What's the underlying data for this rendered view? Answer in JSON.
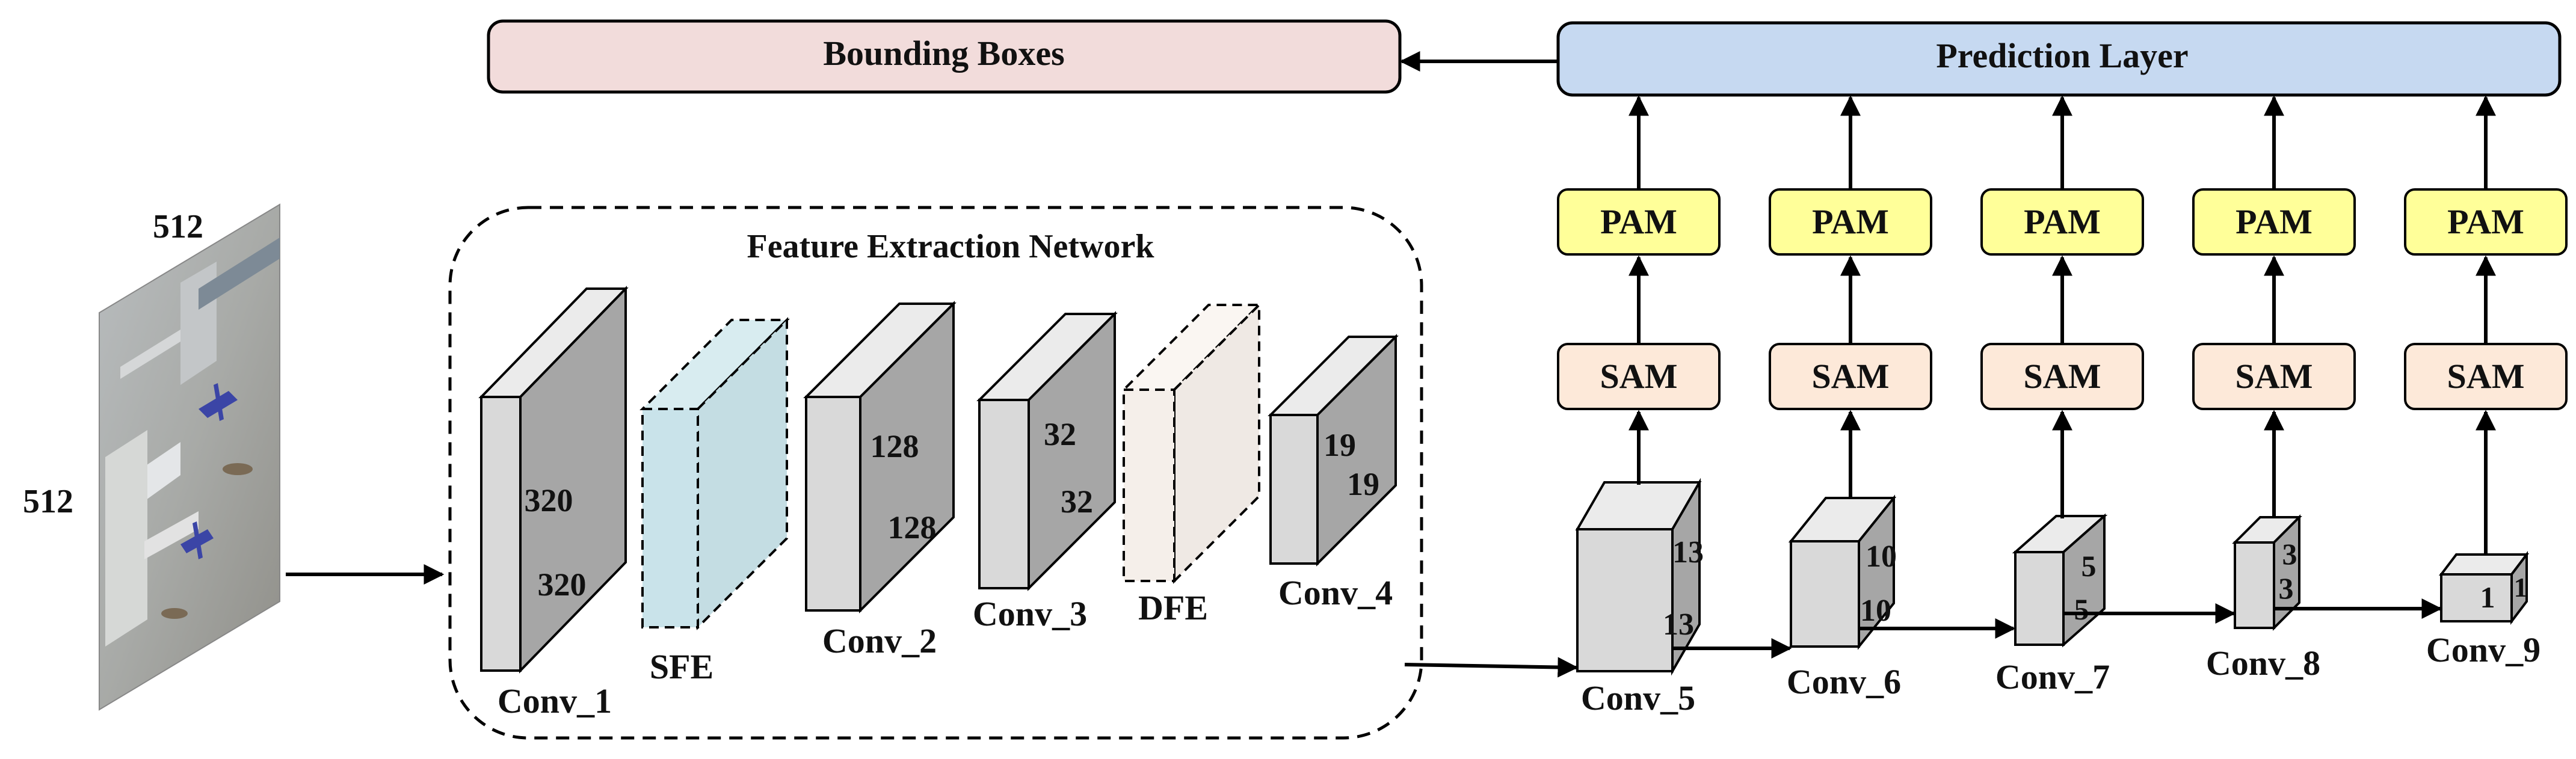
{
  "top": {
    "bounding_boxes": "Bounding Boxes",
    "prediction_layer": "Prediction Layer"
  },
  "input": {
    "width_label": "512",
    "height_label": "512"
  },
  "feature_extraction": {
    "title": "Feature Extraction Network",
    "layers": [
      {
        "name": "Conv_1",
        "dims": [
          "320",
          "320"
        ]
      },
      {
        "name": "SFE"
      },
      {
        "name": "Conv_2",
        "dims": [
          "128",
          "128"
        ]
      },
      {
        "name": "Conv_3",
        "dims": [
          "32",
          "32"
        ]
      },
      {
        "name": "DFE"
      },
      {
        "name": "Conv_4",
        "dims": [
          "19",
          "19"
        ]
      }
    ]
  },
  "detection_layers": [
    {
      "name": "Conv_5",
      "dims": [
        "13",
        "13"
      ],
      "sam": "SAM",
      "pam": "PAM"
    },
    {
      "name": "Conv_6",
      "dims": [
        "10",
        "10"
      ],
      "sam": "SAM",
      "pam": "PAM"
    },
    {
      "name": "Conv_7",
      "dims": [
        "5",
        "5"
      ],
      "sam": "SAM",
      "pam": "PAM"
    },
    {
      "name": "Conv_8",
      "dims": [
        "3",
        "3"
      ],
      "sam": "SAM",
      "pam": "PAM"
    },
    {
      "name": "Conv_9",
      "dims": [
        "1",
        "1"
      ],
      "sam": "SAM",
      "pam": "PAM"
    }
  ],
  "colors": {
    "bounding_boxes_fill": "#f2dcdb",
    "prediction_fill": "#c6d9f1",
    "pam_fill": "#ffff99",
    "sam_fill": "#fde9d9",
    "box_front": "#d9d9d9",
    "box_side": "#a6a6a6",
    "box_top": "#ebebeb",
    "sfe_fill": "#c9e3ea",
    "dfe_fill": "#f5efea"
  }
}
